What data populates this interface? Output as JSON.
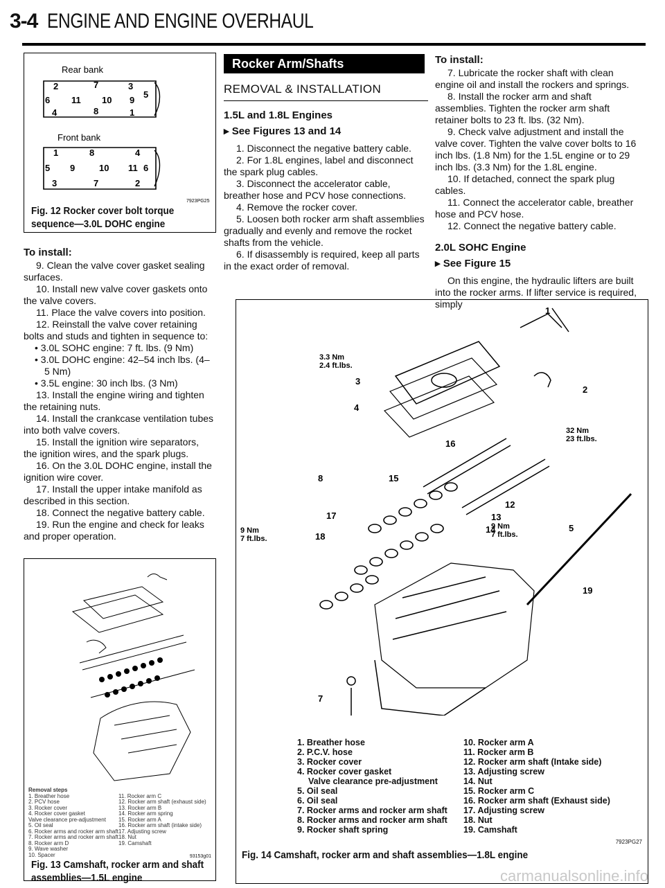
{
  "header": {
    "page": "3-4",
    "title": "ENGINE AND ENGINE OVERHAUL"
  },
  "fig12": {
    "rear_label": "Rear bank",
    "front_label": "Front bank",
    "rear_nums": [
      "2",
      "7",
      "3",
      "6",
      "11",
      "10",
      "9",
      "5",
      "4",
      "8",
      "1"
    ],
    "front_nums": [
      "1",
      "8",
      "4",
      "5",
      "9",
      "10",
      "11",
      "6",
      "3",
      "7",
      "2"
    ],
    "code": "7923PG25",
    "caption": "Fig. 12 Rocker cover bolt torque sequence—3.0L DOHC engine"
  },
  "left_text": {
    "heading": "To install:",
    "steps": [
      "9. Clean the valve cover gasket sealing surfaces.",
      "10. Install new valve cover gaskets onto the valve covers.",
      "11. Place the valve covers into position.",
      "12. Reinstall the valve cover retaining bolts and studs and tighten in sequence to:"
    ],
    "bullets": [
      "3.0L SOHC engine: 7 ft. lbs. (9 Nm)",
      "3.0L DOHC engine: 42–54 inch lbs. (4–5 Nm)",
      "3.5L engine: 30 inch lbs. (3 Nm)"
    ],
    "steps2": [
      "13. Install the engine wiring and tighten the retaining nuts.",
      "14. Install the crankcase ventilation tubes into both valve covers.",
      "15. Install the ignition wire separators, the ignition wires, and the spark plugs.",
      "16. On the 3.0L DOHC engine, install the ignition wire cover.",
      "17. Install the upper intake manifold as described in this section.",
      "18. Connect the negative battery cable.",
      "19. Run the engine and check for leaks and proper operation."
    ]
  },
  "fig13": {
    "code": "93153g01",
    "caption": "Fig. 13 Camshaft, rocker arm and shaft assemblies—1.5L engine",
    "removal_title": "Removal steps",
    "list_left": [
      "1. Breather hose",
      "2. PCV hose",
      "3. Rocker cover",
      "4. Rocker cover gasket",
      "Valve clearance pre-adjustment",
      "5. Oil seal",
      "6. Rocker arms and rocker arm shaft",
      "7. Rocker arms and rocker arm shaft",
      "8. Rocker arm D",
      "9. Wave washer",
      "10. Spacer"
    ],
    "list_right": [
      "11. Rocker arm C",
      "12. Rocker arm shaft (exhaust side)",
      "13. Rocker arm B",
      "14. Rocker arm spring",
      "15. Rocker arm A",
      "16. Rocker arm shaft (intake side)",
      "17. Adjusting screw",
      "18. Nut",
      "19. Camshaft"
    ]
  },
  "mid_text": {
    "banner": "Rocker Arm/Shafts",
    "section": "REMOVAL & INSTALLATION",
    "subhead": "1.5L and 1.8L Engines",
    "see": "See Figures 13 and 14",
    "steps": [
      "1. Disconnect the negative battery cable.",
      "2. For 1.8L engines, label and disconnect the spark plug cables.",
      "3. Disconnect the accelerator cable, breather hose and PCV hose connections.",
      "4. Remove the rocker cover.",
      "5. Loosen both rocker arm shaft assemblies gradually and evenly and remove the rocket shafts from the vehicle.",
      "6. If disassembly is required, keep all parts in the exact order of removal."
    ]
  },
  "right_text": {
    "heading": "To install:",
    "steps": [
      "7. Lubricate the rocker shaft with clean engine oil and install the rockers and springs.",
      "8. Install the rocker arm and shaft assemblies. Tighten the rocker arm shaft retainer bolts to 23 ft. lbs. (32 Nm).",
      "9. Check valve adjustment and install the valve cover. Tighten the valve cover bolts to 16 inch lbs. (1.8 Nm) for the 1.5L engine or to 29 inch lbs. (3.3 Nm) for the 1.8L engine.",
      "10. If detached, connect the spark plug cables.",
      "11. Connect the accelerator cable, breather hose and PCV hose.",
      "12. Connect the negative battery cable."
    ],
    "subhead": "2.0L SOHC Engine",
    "see": "See Figure 15",
    "para": "On this engine, the hydraulic lifters are built into the rocker arms. If lifter service is required, simply"
  },
  "fig14": {
    "torque1": "3.3 Nm\n2.4 ft.lbs.",
    "torque2": "32 Nm\n23 ft.lbs.",
    "torque3": "9 Nm\n7 ft.lbs.",
    "torque4": "9 Nm\n7 ft.lbs.",
    "legend_left": [
      "1. Breather hose",
      "2. P.C.V. hose",
      "3. Rocker cover",
      "4. Rocker cover gasket",
      "Valve clearance pre-adjustment",
      "5. Oil seal",
      "6. Oil seal",
      "7. Rocker arms and rocker arm shaft",
      "8. Rocker arms and rocker arm shaft",
      "9. Rocker shaft spring"
    ],
    "legend_right": [
      "10. Rocker arm A",
      "11. Rocker arm B",
      "12. Rocker arm shaft (Intake side)",
      "13. Adjusting screw",
      "14. Nut",
      "15. Rocker arm C",
      "16. Rocker arm shaft (Exhaust side)",
      "17. Adjusting screw",
      "18. Nut",
      "19. Camshaft"
    ],
    "code": "7923PG27",
    "caption": "Fig. 14 Camshaft, rocker arm and shaft assemblies—1.8L engine"
  },
  "watermark": "carmanualsonline.info"
}
